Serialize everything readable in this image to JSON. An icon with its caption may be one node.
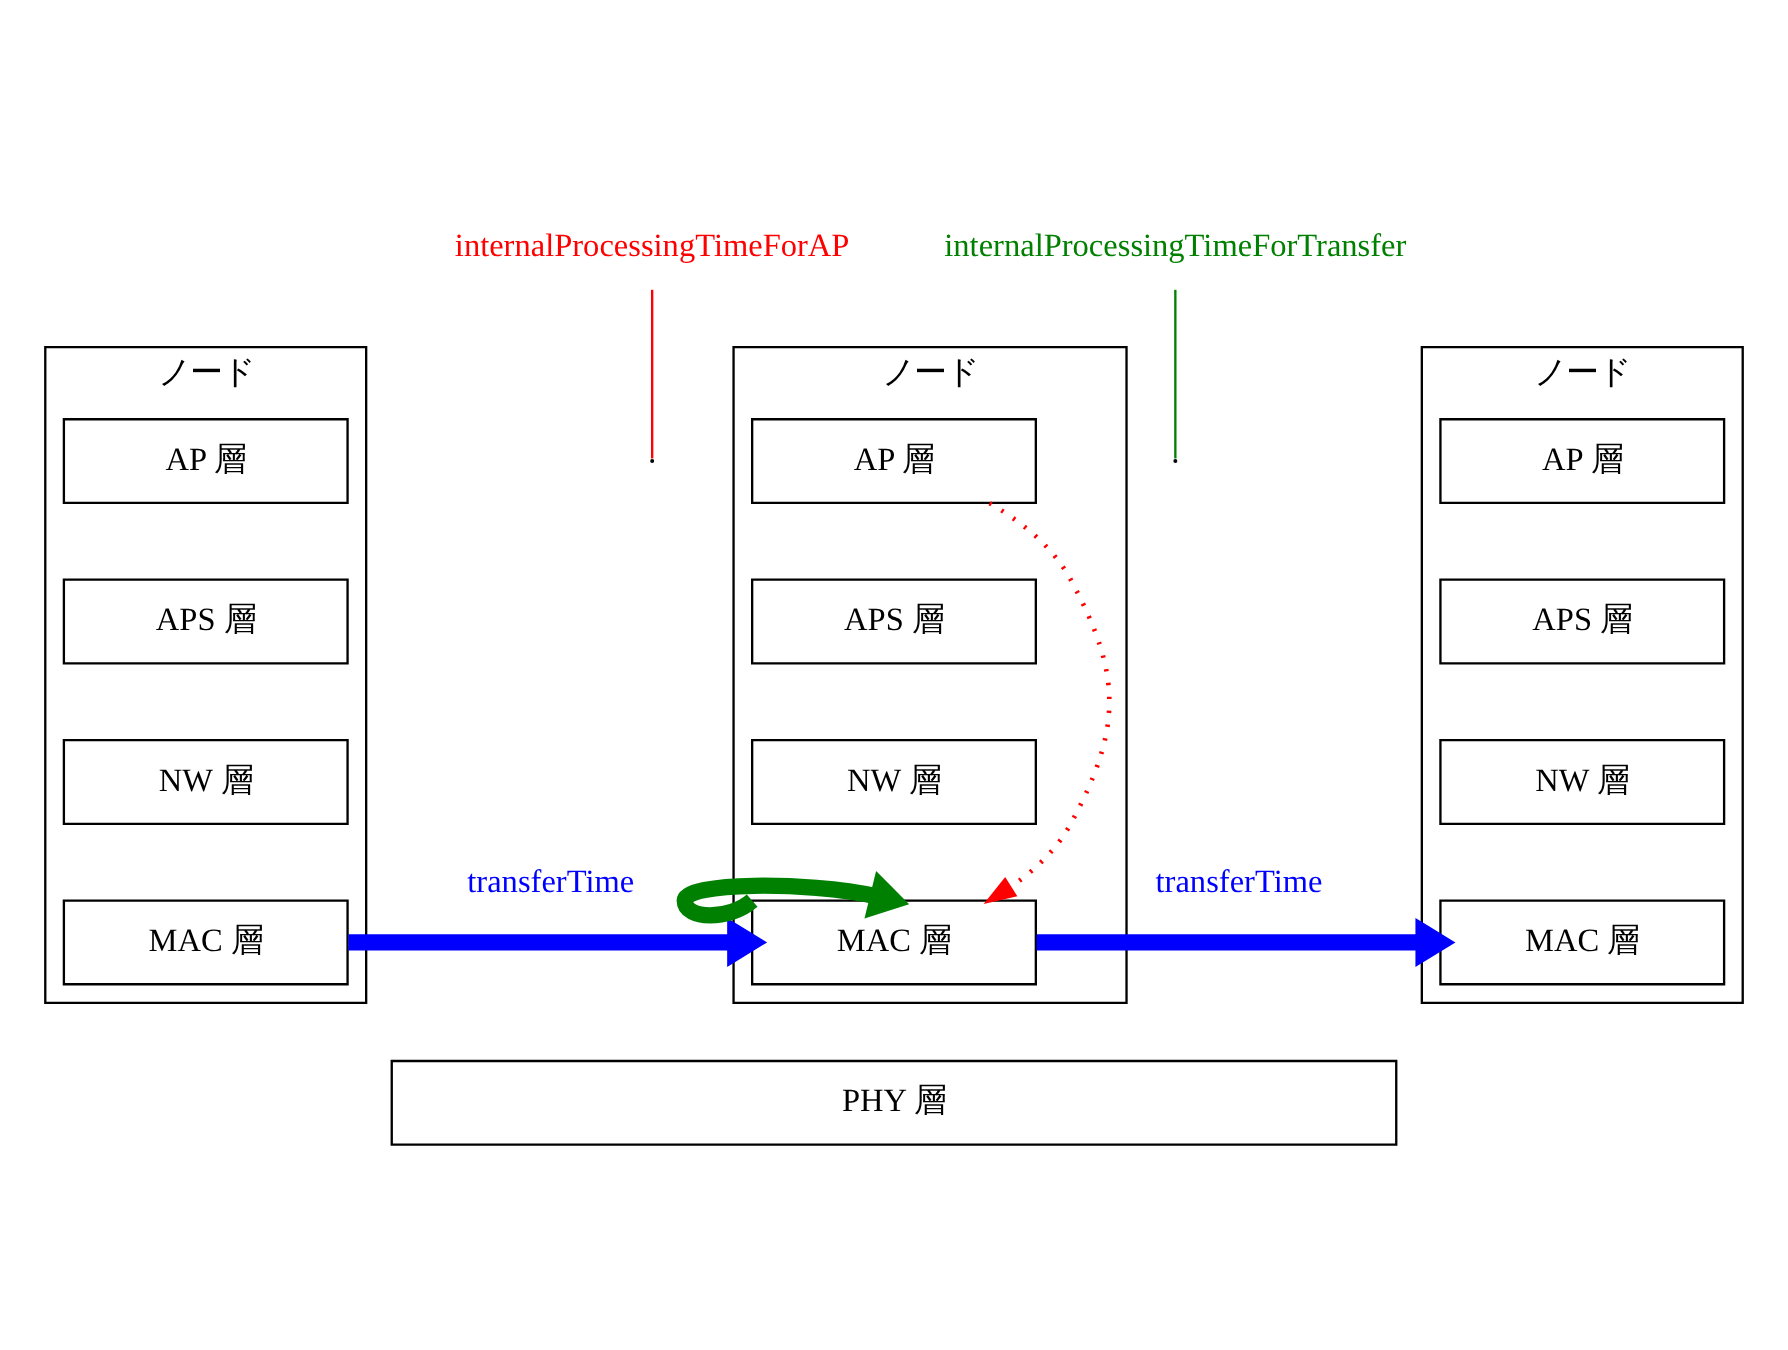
{
  "diagram": {
    "nodes": [
      {
        "text": [
          "ノード"
        ]
      },
      {
        "text": [
          "AP 層"
        ],
        "in": 0
      },
      {
        "text": [
          "APS 層"
        ],
        "in": 0
      },
      {
        "text": [
          "NW 層"
        ],
        "in": 0
      },
      {
        "text": [
          "MAC 層"
        ],
        "in": 0
      },
      {
        "text": [
          "ノード"
        ]
      },
      {
        "text": [
          "AP 層"
        ],
        "in": 5
      },
      {
        "text": [
          "APS 層"
        ],
        "in": 5
      },
      {
        "text": [
          "NW 層"
        ],
        "in": 5
      },
      {
        "text": [
          "MAC 層"
        ],
        "in": 5
      },
      {
        "text": [
          "ノード"
        ]
      },
      {
        "text": [
          "AP 層"
        ],
        "in": 10
      },
      {
        "text": [
          "APS 層"
        ],
        "in": 10
      },
      {
        "text": [
          "NW 層"
        ],
        "in": 10
      },
      {
        "text": [
          "MAC 層"
        ],
        "in": 10
      },
      {
        "text": [
          "PHY 層"
        ]
      },
      {
        "text": [
          "internalProcessingTimeForAP"
        ]
      },
      {
        "text": [
          "internalProcessingTimeForTransfer"
        ]
      }
    ],
    "edges": [
      {
        "from": 6,
        "to": 9,
        "arrow": "to",
        "style": "dashed",
        "color": "#ff0000"
      },
      {
        "from": 9,
        "to": 9,
        "arrow": "to",
        "style": "thick",
        "color": "#008000"
      },
      {
        "from": 4,
        "to": 9,
        "arrow": "to",
        "label": "transferTime",
        "style": "thick",
        "color": "#0000ff"
      },
      {
        "from": 9,
        "to": 14,
        "arrow": "to",
        "label": "transferTime",
        "style": "thick",
        "color": "#0000ff"
      },
      {
        "from": 16,
        "to": null,
        "arrow": "none",
        "color": "#ff0000"
      },
      {
        "from": 17,
        "to": null,
        "arrow": "none",
        "color": "#008000"
      }
    ]
  }
}
